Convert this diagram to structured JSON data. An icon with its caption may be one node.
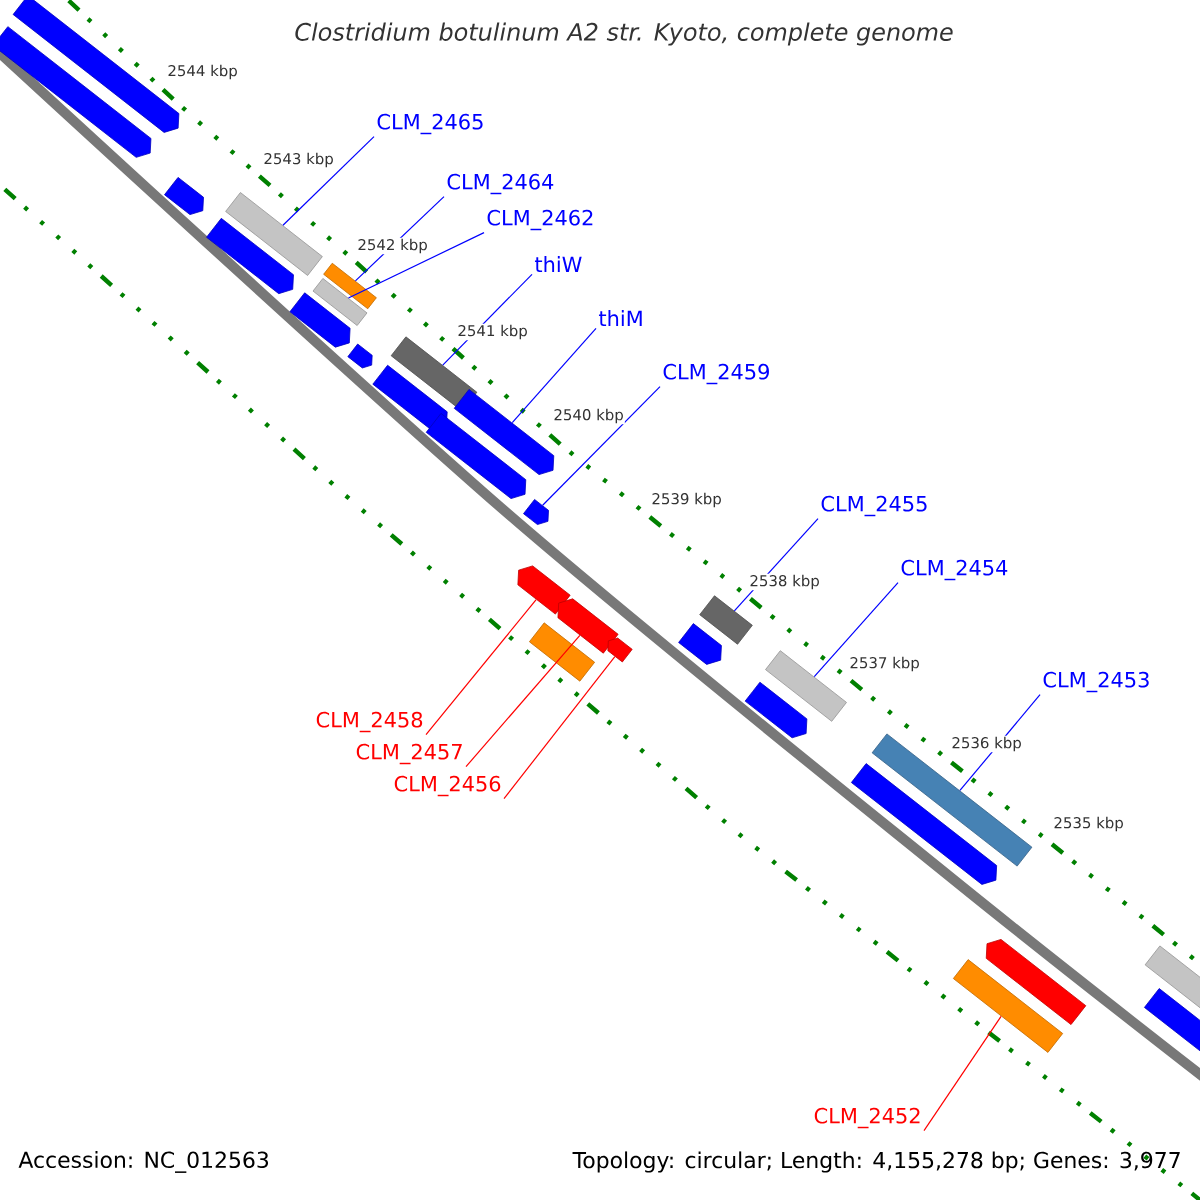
{
  "diagram": {
    "title": "Clostridium botulinum A2 str. Kyoto, complete genome",
    "nodes": [
      {
        "text": [
          "CLM_2465"
        ]
      },
      {
        "text": [
          "CLM_2464"
        ]
      },
      {
        "text": [
          "CLM_2462"
        ]
      },
      {
        "text": [
          "thiW"
        ]
      },
      {
        "text": [
          "thiM"
        ]
      },
      {
        "text": [
          "CLM_2459"
        ]
      },
      {
        "text": [
          "CLM_2455"
        ]
      },
      {
        "text": [
          "CLM_2454"
        ]
      },
      {
        "text": [
          "CLM_2453"
        ]
      },
      {
        "text": [
          "CLM_2458"
        ]
      },
      {
        "text": [
          "CLM_2457"
        ]
      },
      {
        "text": [
          "CLM_2456"
        ]
      },
      {
        "text": [
          "CLM_2452"
        ]
      },
      {
        "text": [],
        "shape": "arrow"
      },
      {
        "text": [],
        "shape": "arrow"
      },
      {
        "text": [],
        "shape": "arrow"
      },
      {
        "text": [],
        "shape": "arrow"
      },
      {
        "text": [],
        "shape": "arrow"
      },
      {
        "text": [],
        "shape": "arrow"
      },
      {
        "text": [],
        "shape": "arrow"
      },
      {
        "text": [],
        "shape": "arrow"
      },
      {
        "text": [],
        "shape": "arrow"
      },
      {
        "text": [],
        "shape": "arrow"
      },
      {
        "text": [],
        "shape": "arrow"
      },
      {
        "text": [],
        "shape": "arrow"
      },
      {
        "text": [],
        "shape": "arrow"
      },
      {
        "text": [],
        "shape": "arrow"
      },
      {
        "text": [],
        "shape": "arrow"
      },
      {
        "text": [],
        "shape": "arrow"
      },
      {
        "text": [],
        "shape": "arrow"
      },
      {
        "text": [],
        "shape": "arrow"
      },
      {
        "text": [],
        "shape": "arrow"
      },
      {
        "text": [],
        "shape": "arrow"
      },
      {
        "text": [],
        "shape": "arrow"
      },
      {
        "text": [],
        "shape": "arrow"
      },
      {
        "text": [],
        "shape": "arrow"
      },
      {
        "text": [],
        "shape": "arrow"
      },
      {
        "text": [],
        "shape": "arrow"
      },
      {
        "text": [],
        "shape": "arrow"
      },
      {
        "text": [],
        "shape": "arrow"
      },
      {
        "text": [],
        "shape": "arrow"
      }
    ],
    "edges": [
      {
        "from": 0,
        "to": 16,
        "arrow": "none"
      },
      {
        "from": 1,
        "to": 18,
        "arrow": "none"
      },
      {
        "from": 2,
        "to": 19,
        "arrow": "none"
      },
      {
        "from": 3,
        "to": 22,
        "arrow": "none"
      },
      {
        "from": 4,
        "to": 24,
        "arrow": "none"
      },
      {
        "from": 5,
        "to": 26,
        "arrow": "none"
      },
      {
        "from": 6,
        "to": 31,
        "arrow": "none"
      },
      {
        "from": 7,
        "to": 33,
        "arrow": "none"
      },
      {
        "from": 8,
        "to": 35,
        "arrow": "none"
      },
      {
        "from": 9,
        "to": 27,
        "arrow": "none",
        "color": "#ff0000"
      },
      {
        "from": 10,
        "to": 28,
        "arrow": "none",
        "color": "#ff0000"
      },
      {
        "from": 11,
        "to": 30,
        "arrow": "none",
        "color": "#ff0000"
      },
      {
        "from": 12,
        "to": 38,
        "arrow": "none",
        "color": "#ff0000"
      }
    ],
    "labels": [
      "2544 kbp",
      "2543 kbp",
      "2542 kbp",
      "2541 kbp",
      "2540 kbp",
      "2539 kbp",
      "2538 kbp",
      "2537 kbp",
      "2536 kbp",
      "2535 kbp",
      "Accession: NC_012563",
      "Topology: circular; Length: 4,155,278 bp; Genes: 3,977"
    ]
  }
}
